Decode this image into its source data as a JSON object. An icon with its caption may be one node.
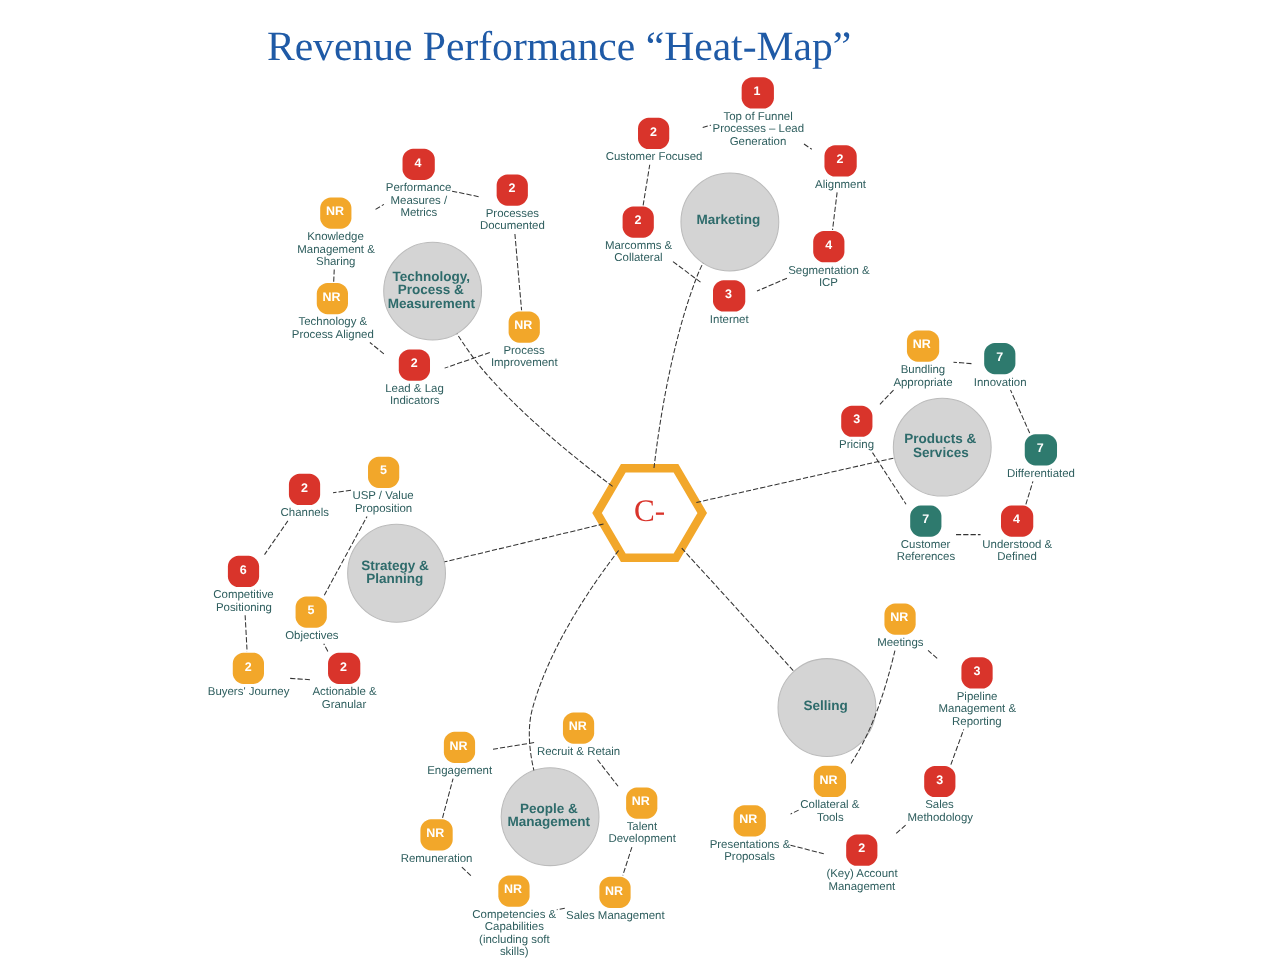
{
  "diagram": {
    "title": "Revenue Performance “Heat-Map”",
    "nodes": [
      {
        "text": [
          "C-"
        ]
      },
      {
        "text": [
          "People & Management"
        ]
      },
      {
        "text": [
          "NR"
        ],
        "beside": [
          "Sales Management"
        ]
      },
      {
        "text": [
          "NR"
        ],
        "beside": [
          "Competencies & Capabilities (including soft skills)"
        ]
      },
      {
        "text": [
          "NR"
        ],
        "beside": [
          "Remuneration"
        ]
      },
      {
        "text": [
          "NR"
        ],
        "beside": [
          "Engagement"
        ]
      },
      {
        "text": [
          "NR"
        ],
        "beside": [
          "Recruit & Retain"
        ]
      },
      {
        "text": [
          "NR"
        ],
        "beside": [
          "Talent Development"
        ]
      },
      {
        "text": [
          "Selling"
        ]
      },
      {
        "text": [
          "NR"
        ],
        "beside": [
          "Collateral & Tools"
        ]
      },
      {
        "text": [
          "NR"
        ],
        "beside": [
          "Presentations & Proposals"
        ]
      },
      {
        "text": [
          "2"
        ],
        "beside": [
          "(Key) Account Management"
        ]
      },
      {
        "text": [
          "3"
        ],
        "beside": [
          "Sales Methodology"
        ]
      },
      {
        "text": [
          "3"
        ],
        "beside": [
          "Pipeline Management & Reporting"
        ]
      },
      {
        "text": [
          "NR"
        ],
        "beside": [
          "Meetings"
        ]
      },
      {
        "text": [
          "Strategy & Planning"
        ]
      },
      {
        "text": [
          "2"
        ],
        "beside": [
          "Actionable & Granular"
        ]
      },
      {
        "text": [
          "5"
        ],
        "beside": [
          "Objectives"
        ]
      },
      {
        "text": [
          "5"
        ],
        "beside": [
          "USP / Value Proposition"
        ]
      },
      {
        "text": [
          "2"
        ],
        "beside": [
          "Channels"
        ]
      },
      {
        "text": [
          "6"
        ],
        "beside": [
          "Competitive Positioning"
        ]
      },
      {
        "text": [
          "2"
        ],
        "beside": [
          "Buyers' Journey"
        ]
      },
      {
        "text": [
          "Marketing"
        ]
      },
      {
        "text": [
          "4"
        ],
        "beside": [
          "Segmentation & ICP"
        ]
      },
      {
        "text": [
          "3"
        ],
        "beside": [
          "Internet"
        ]
      },
      {
        "text": [
          "2"
        ],
        "beside": [
          "Marcomms & Collateral"
        ]
      },
      {
        "text": [
          "2"
        ],
        "beside": [
          "Customer Focused"
        ]
      },
      {
        "text": [
          "1"
        ],
        "beside": [
          "Top of Funnel Processes – Lead Generation"
        ]
      },
      {
        "text": [
          "2"
        ],
        "beside": [
          "Alignment"
        ]
      },
      {
        "text": [
          "Products & Services"
        ]
      },
      {
        "text": [
          "7"
        ],
        "beside": [
          "Customer References"
        ]
      },
      {
        "text": [
          "4"
        ],
        "beside": [
          "Understood & Defined"
        ]
      },
      {
        "text": [
          "7"
        ],
        "beside": [
          "Differentiated"
        ]
      },
      {
        "text": [
          "7"
        ],
        "beside": [
          "Innovation"
        ]
      },
      {
        "text": [
          "NR"
        ],
        "beside": [
          "Bundling Appropriate"
        ]
      },
      {
        "text": [
          "3"
        ],
        "beside": [
          "Pricing"
        ]
      },
      {
        "text": [
          "Technology, Process & Measurement"
        ]
      },
      {
        "text": [
          "NR"
        ],
        "beside": [
          "Process Improvement"
        ]
      },
      {
        "text": [
          "2"
        ],
        "beside": [
          "Lead & Lag Indicators"
        ]
      },
      {
        "text": [
          "NR"
        ],
        "beside": [
          "Technology & Process Aligned"
        ]
      },
      {
        "text": [
          "NR"
        ],
        "beside": [
          "Knowledge Management & Sharing"
        ]
      },
      {
        "text": [
          "4"
        ],
        "beside": [
          "Performance Measures / Metrics"
        ]
      },
      {
        "text": [
          "2"
        ],
        "beside": [
          "Processes Documented"
        ]
      }
    ],
    "edges": [
      {
        "from": 0,
        "to": 1,
        "arrow": "none",
        "style": "dashed"
      },
      {
        "from": 0,
        "to": 8,
        "arrow": "none",
        "style": "dashed"
      },
      {
        "from": 0,
        "to": 15,
        "arrow": "none",
        "style": "dashed"
      },
      {
        "from": 0,
        "to": 22,
        "arrow": "none",
        "style": "dashed"
      },
      {
        "from": 0,
        "to": 29,
        "arrow": "none",
        "style": "dashed"
      },
      {
        "from": 0,
        "to": 36,
        "arrow": "none",
        "style": "dashed"
      },
      {
        "from": 2,
        "to": 3,
        "arrow": "none",
        "style": "dashed"
      },
      {
        "from": 3,
        "to": 4,
        "arrow": "none",
        "style": "dashed"
      },
      {
        "from": 4,
        "to": 5,
        "arrow": "none",
        "style": "dashed"
      },
      {
        "from": 5,
        "to": 6,
        "arrow": "none",
        "style": "dashed"
      },
      {
        "from": 6,
        "to": 7,
        "arrow": "none",
        "style": "dashed"
      },
      {
        "from": 7,
        "to": 2,
        "arrow": "none",
        "style": "dashed"
      },
      {
        "from": 9,
        "to": 10,
        "arrow": "none",
        "style": "dashed"
      },
      {
        "from": 10,
        "to": 11,
        "arrow": "none",
        "style": "dashed"
      },
      {
        "from": 11,
        "to": 12,
        "arrow": "none",
        "style": "dashed"
      },
      {
        "from": 12,
        "to": 13,
        "arrow": "none",
        "style": "dashed"
      },
      {
        "from": 13,
        "to": 14,
        "arrow": "none",
        "style": "dashed"
      },
      {
        "from": 14,
        "to": 9,
        "arrow": "none",
        "style": "dashed"
      },
      {
        "from": 16,
        "to": 17,
        "arrow": "none",
        "style": "dashed"
      },
      {
        "from": 17,
        "to": 18,
        "arrow": "none",
        "style": "dashed"
      },
      {
        "from": 18,
        "to": 19,
        "arrow": "none",
        "style": "dashed"
      },
      {
        "from": 19,
        "to": 20,
        "arrow": "none",
        "style": "dashed"
      },
      {
        "from": 20,
        "to": 21,
        "arrow": "none",
        "style": "dashed"
      },
      {
        "from": 21,
        "to": 16,
        "arrow": "none",
        "style": "dashed"
      },
      {
        "from": 23,
        "to": 24,
        "arrow": "none",
        "style": "dashed"
      },
      {
        "from": 24,
        "to": 25,
        "arrow": "none",
        "style": "dashed"
      },
      {
        "from": 25,
        "to": 26,
        "arrow": "none",
        "style": "dashed"
      },
      {
        "from": 26,
        "to": 27,
        "arrow": "none",
        "style": "dashed"
      },
      {
        "from": 27,
        "to": 28,
        "arrow": "none",
        "style": "dashed"
      },
      {
        "from": 28,
        "to": 23,
        "arrow": "none",
        "style": "dashed"
      },
      {
        "from": 30,
        "to": 31,
        "arrow": "none",
        "style": "dashed"
      },
      {
        "from": 31,
        "to": 32,
        "arrow": "none",
        "style": "dashed"
      },
      {
        "from": 32,
        "to": 33,
        "arrow": "none",
        "style": "dashed"
      },
      {
        "from": 33,
        "to": 34,
        "arrow": "none",
        "style": "dashed"
      },
      {
        "from": 34,
        "to": 35,
        "arrow": "none",
        "style": "dashed"
      },
      {
        "from": 35,
        "to": 30,
        "arrow": "none",
        "style": "dashed"
      },
      {
        "from": 37,
        "to": 38,
        "arrow": "none",
        "style": "dashed"
      },
      {
        "from": 38,
        "to": 39,
        "arrow": "none",
        "style": "dashed"
      },
      {
        "from": 39,
        "to": 40,
        "arrow": "none",
        "style": "dashed"
      },
      {
        "from": 40,
        "to": 41,
        "arrow": "none",
        "style": "dashed"
      },
      {
        "from": 41,
        "to": 42,
        "arrow": "none",
        "style": "dashed"
      },
      {
        "from": 42,
        "to": 37,
        "arrow": "none",
        "style": "dashed"
      }
    ]
  }
}
